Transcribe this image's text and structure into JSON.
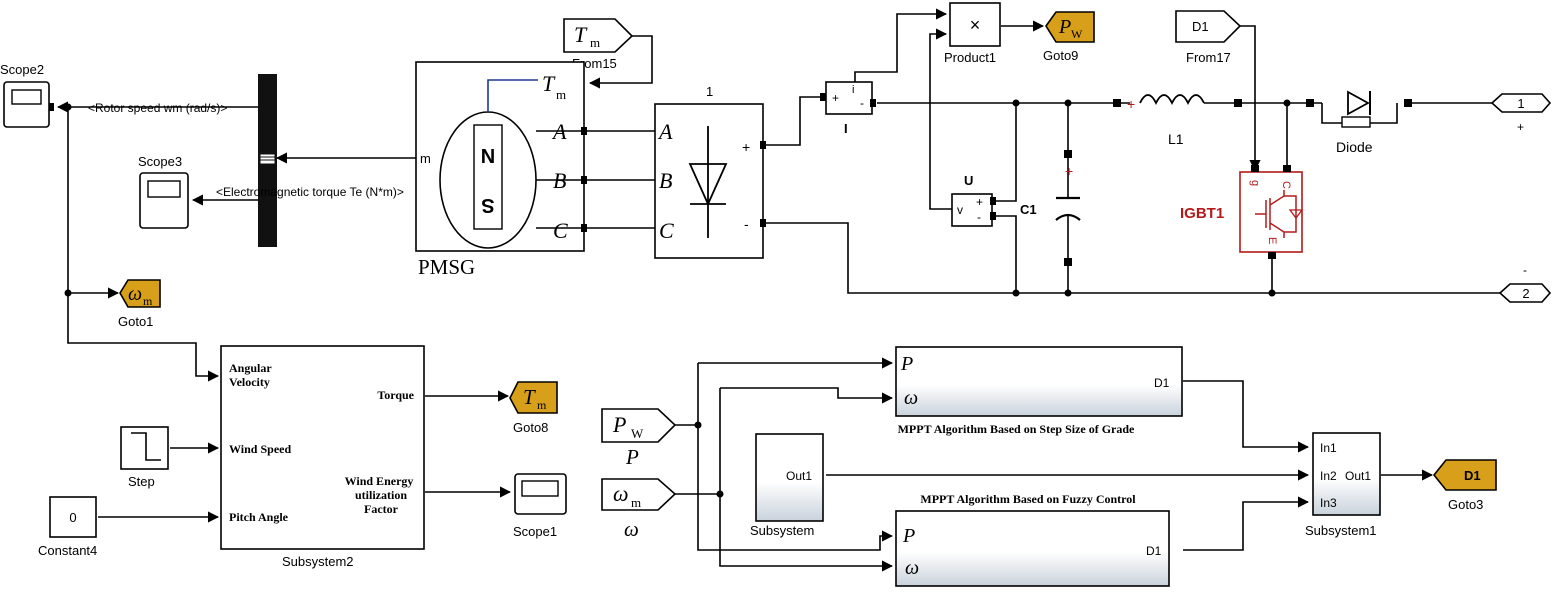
{
  "colors": {
    "goto_fill": "#d8a01a",
    "igbt": "#b31b1b",
    "bus_bar": "#111111",
    "wire": "#000000"
  },
  "scopes": {
    "scope2": "Scope2",
    "scope3": "Scope3",
    "scope1": "Scope1"
  },
  "bus": {
    "signal_rotor_speed": "<Rotor speed wm (rad/s)>",
    "signal_torque": "<Electromagnetic torque Te (N*m)>"
  },
  "from15": {
    "symbol": "T",
    "subscript": "m",
    "label": "From15"
  },
  "pmsg": {
    "name": "PMSG",
    "port_tm": "T",
    "port_tm_sub": "m",
    "port_a": "A",
    "port_b": "B",
    "port_c": "C",
    "port_m": "m",
    "stator_n": "N",
    "stator_s": "S"
  },
  "rectifier": {
    "name": "1",
    "in_a": "A",
    "in_b": "B",
    "in_c": "C",
    "out_plus": "+",
    "out_minus": "-"
  },
  "current_meas": {
    "name": "I",
    "plus": "+",
    "i": "i",
    "minus": "-"
  },
  "voltage_meas": {
    "name": "U",
    "v": "v",
    "plus": "+",
    "minus": "-"
  },
  "product1": {
    "symbol": "×",
    "label": "Product1"
  },
  "goto9": {
    "symbol": "P",
    "subscript": "W",
    "label": "Goto9"
  },
  "capacitor": {
    "label": "C1"
  },
  "inductor": {
    "label": "L1"
  },
  "diode": {
    "label": "Diode"
  },
  "from17": {
    "tag": "D1",
    "label": "From17"
  },
  "igbt": {
    "label": "IGBT1",
    "g": "g",
    "c": "C",
    "e": "E"
  },
  "outports": {
    "out1": "1",
    "out1_sign": "+",
    "out2": "2",
    "out2_sign": "-"
  },
  "goto1": {
    "symbol": "ω",
    "subscript": "m",
    "label": "Goto1"
  },
  "subsystem2": {
    "label": "Subsystem2",
    "in1": "Angular",
    "in1b": "Velocity",
    "in2": "Wind Speed",
    "in3": "Pitch Angle",
    "out1": "Torque",
    "out2a": "Wind Energy",
    "out2b": "utilization",
    "out2c": "Factor"
  },
  "step": {
    "label": "Step"
  },
  "constant4": {
    "value": "0",
    "label": "Constant4"
  },
  "goto8": {
    "symbol": "T",
    "subscript": "m",
    "label": "Goto8"
  },
  "from_pw": {
    "symbol": "P",
    "subscript": "W",
    "caption": "P"
  },
  "from_wm": {
    "symbol": "ω",
    "subscript": "m",
    "caption": "ω"
  },
  "mppt_grade": {
    "in1": "P",
    "in2": "ω",
    "out": "D1",
    "caption": "MPPT Algorithm Based on Step Size of Grade"
  },
  "mppt_fuzzy": {
    "in1": "P",
    "in2": "ω",
    "out": "D1",
    "caption": "MPPT Algorithm Based on Fuzzy Control"
  },
  "subsystem": {
    "out": "Out1",
    "label": "Subsystem"
  },
  "subsystem1": {
    "in1": "In1",
    "in2": "In2",
    "in3": "In3",
    "out": "Out1",
    "label": "Subsystem1"
  },
  "goto3": {
    "tag": "D1",
    "label": "Goto3"
  }
}
